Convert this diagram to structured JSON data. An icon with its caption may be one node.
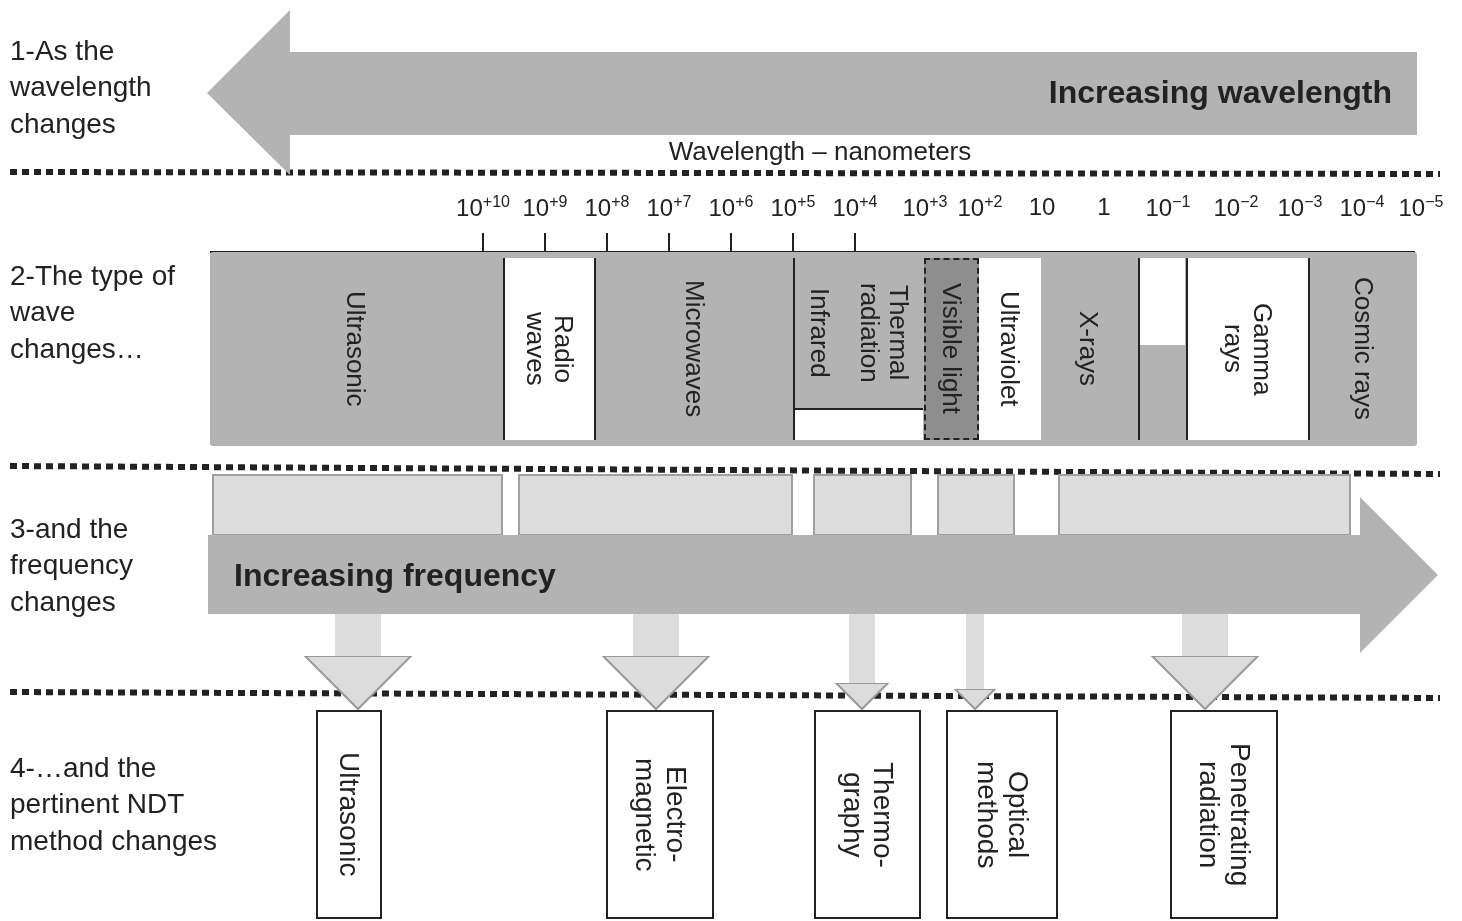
{
  "diagram": {
    "nodes": [
      {
        "text": [
          "Increasing wavelength"
        ]
      },
      {
        "text": [],
        "shape": "bar"
      },
      {
        "text": [
          "Ultrasonic"
        ],
        "in": 1
      },
      {
        "text": [
          "Radio waves"
        ],
        "in": 1
      },
      {
        "text": [
          "Microwaves"
        ],
        "in": 1
      },
      {
        "text": [
          "Infrared"
        ],
        "in": 1
      },
      {
        "text": [
          "Thermal radiation"
        ],
        "in": 1
      },
      {
        "text": [],
        "shape": "box",
        "in": 1
      },
      {
        "text": [
          "Visible light"
        ],
        "in": 1
      },
      {
        "text": [
          "Ultraviolet"
        ],
        "in": 1
      },
      {
        "text": [
          "X-rays"
        ],
        "in": 1
      },
      {
        "text": [],
        "shape": "box",
        "in": 1
      },
      {
        "text": [
          "Gamma rays"
        ],
        "in": 1
      },
      {
        "text": [
          "Cosmic rays"
        ],
        "in": 1
      },
      {
        "text": [],
        "shape": "box"
      },
      {
        "text": [],
        "shape": "box"
      },
      {
        "text": [],
        "shape": "box"
      },
      {
        "text": [],
        "shape": "box"
      },
      {
        "text": [],
        "shape": "box"
      },
      {
        "text": [
          "Increasing frequency"
        ]
      },
      {
        "text": [
          "Ultrasonic"
        ]
      },
      {
        "text": [
          "Electro-magnetic"
        ]
      },
      {
        "text": [
          "Thermo-graphy"
        ]
      },
      {
        "text": [
          "Optical methods"
        ]
      },
      {
        "text": [
          "Penetrating radiation"
        ]
      }
    ],
    "edges": [
      {
        "from": 19,
        "to": 20,
        "arrow": "to"
      },
      {
        "from": 19,
        "to": 21,
        "arrow": "to"
      },
      {
        "from": 19,
        "to": 22,
        "arrow": "to"
      },
      {
        "from": 19,
        "to": 23,
        "arrow": "to"
      },
      {
        "from": 19,
        "to": 24,
        "arrow": "to"
      }
    ],
    "labels": [
      "1-As the wavelength changes",
      "Wavelength – nanometers",
      "10$^{+10}$",
      "10$^{+9}$",
      "10$^{+8}$",
      "10$^{+7}$",
      "10$^{+6}$",
      "10$^{+5}$",
      "10$^{+4}$",
      "10$^{+3}$",
      "10$^{+2}$",
      "10",
      "1",
      "10$^{−1}$",
      "10$^{−2}$",
      "10$^{−3}$",
      "10$^{−4}$",
      "10$^{−5}$",
      "2-The type of wave changes…",
      "3-and the frequency changes",
      "4-…and the pertinent NDT method changes"
    ]
  }
}
